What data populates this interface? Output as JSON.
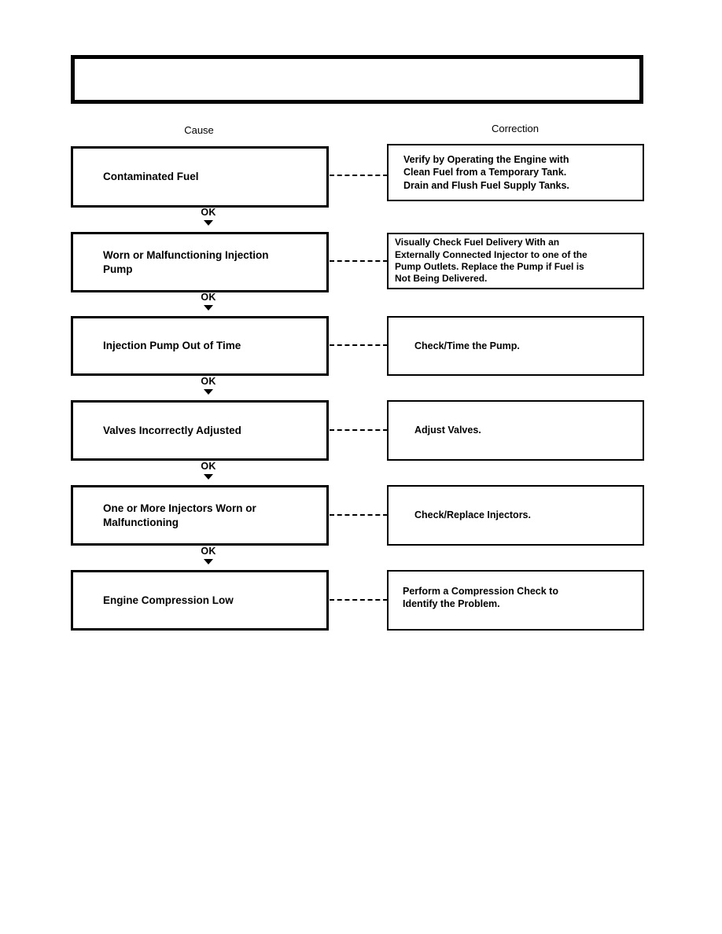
{
  "title_box": {
    "text": ""
  },
  "headers": {
    "cause": "Cause",
    "correction": "Correction"
  },
  "connector_label": "OK",
  "rows": [
    {
      "cause": "Contaminated Fuel",
      "correction": "Verify by Operating the Engine with\nClean Fuel from a Temporary Tank.\nDrain and Flush Fuel Supply Tanks."
    },
    {
      "cause": "Worn or Malfunctioning Injection\nPump",
      "correction": "Visually Check Fuel Delivery With an\nExternally Connected Injector to one of the\nPump Outlets. Replace the Pump if Fuel is\nNot Being Delivered."
    },
    {
      "cause": "Injection Pump Out of Time",
      "correction": "Check/Time the Pump."
    },
    {
      "cause": "Valves Incorrectly Adjusted",
      "correction": "Adjust Valves."
    },
    {
      "cause": "One or More Injectors Worn or\nMalfunctioning",
      "correction": "Check/Replace Injectors."
    },
    {
      "cause": "Engine Compression Low",
      "correction": "Perform a Compression Check to\nIdentify the Problem."
    }
  ]
}
